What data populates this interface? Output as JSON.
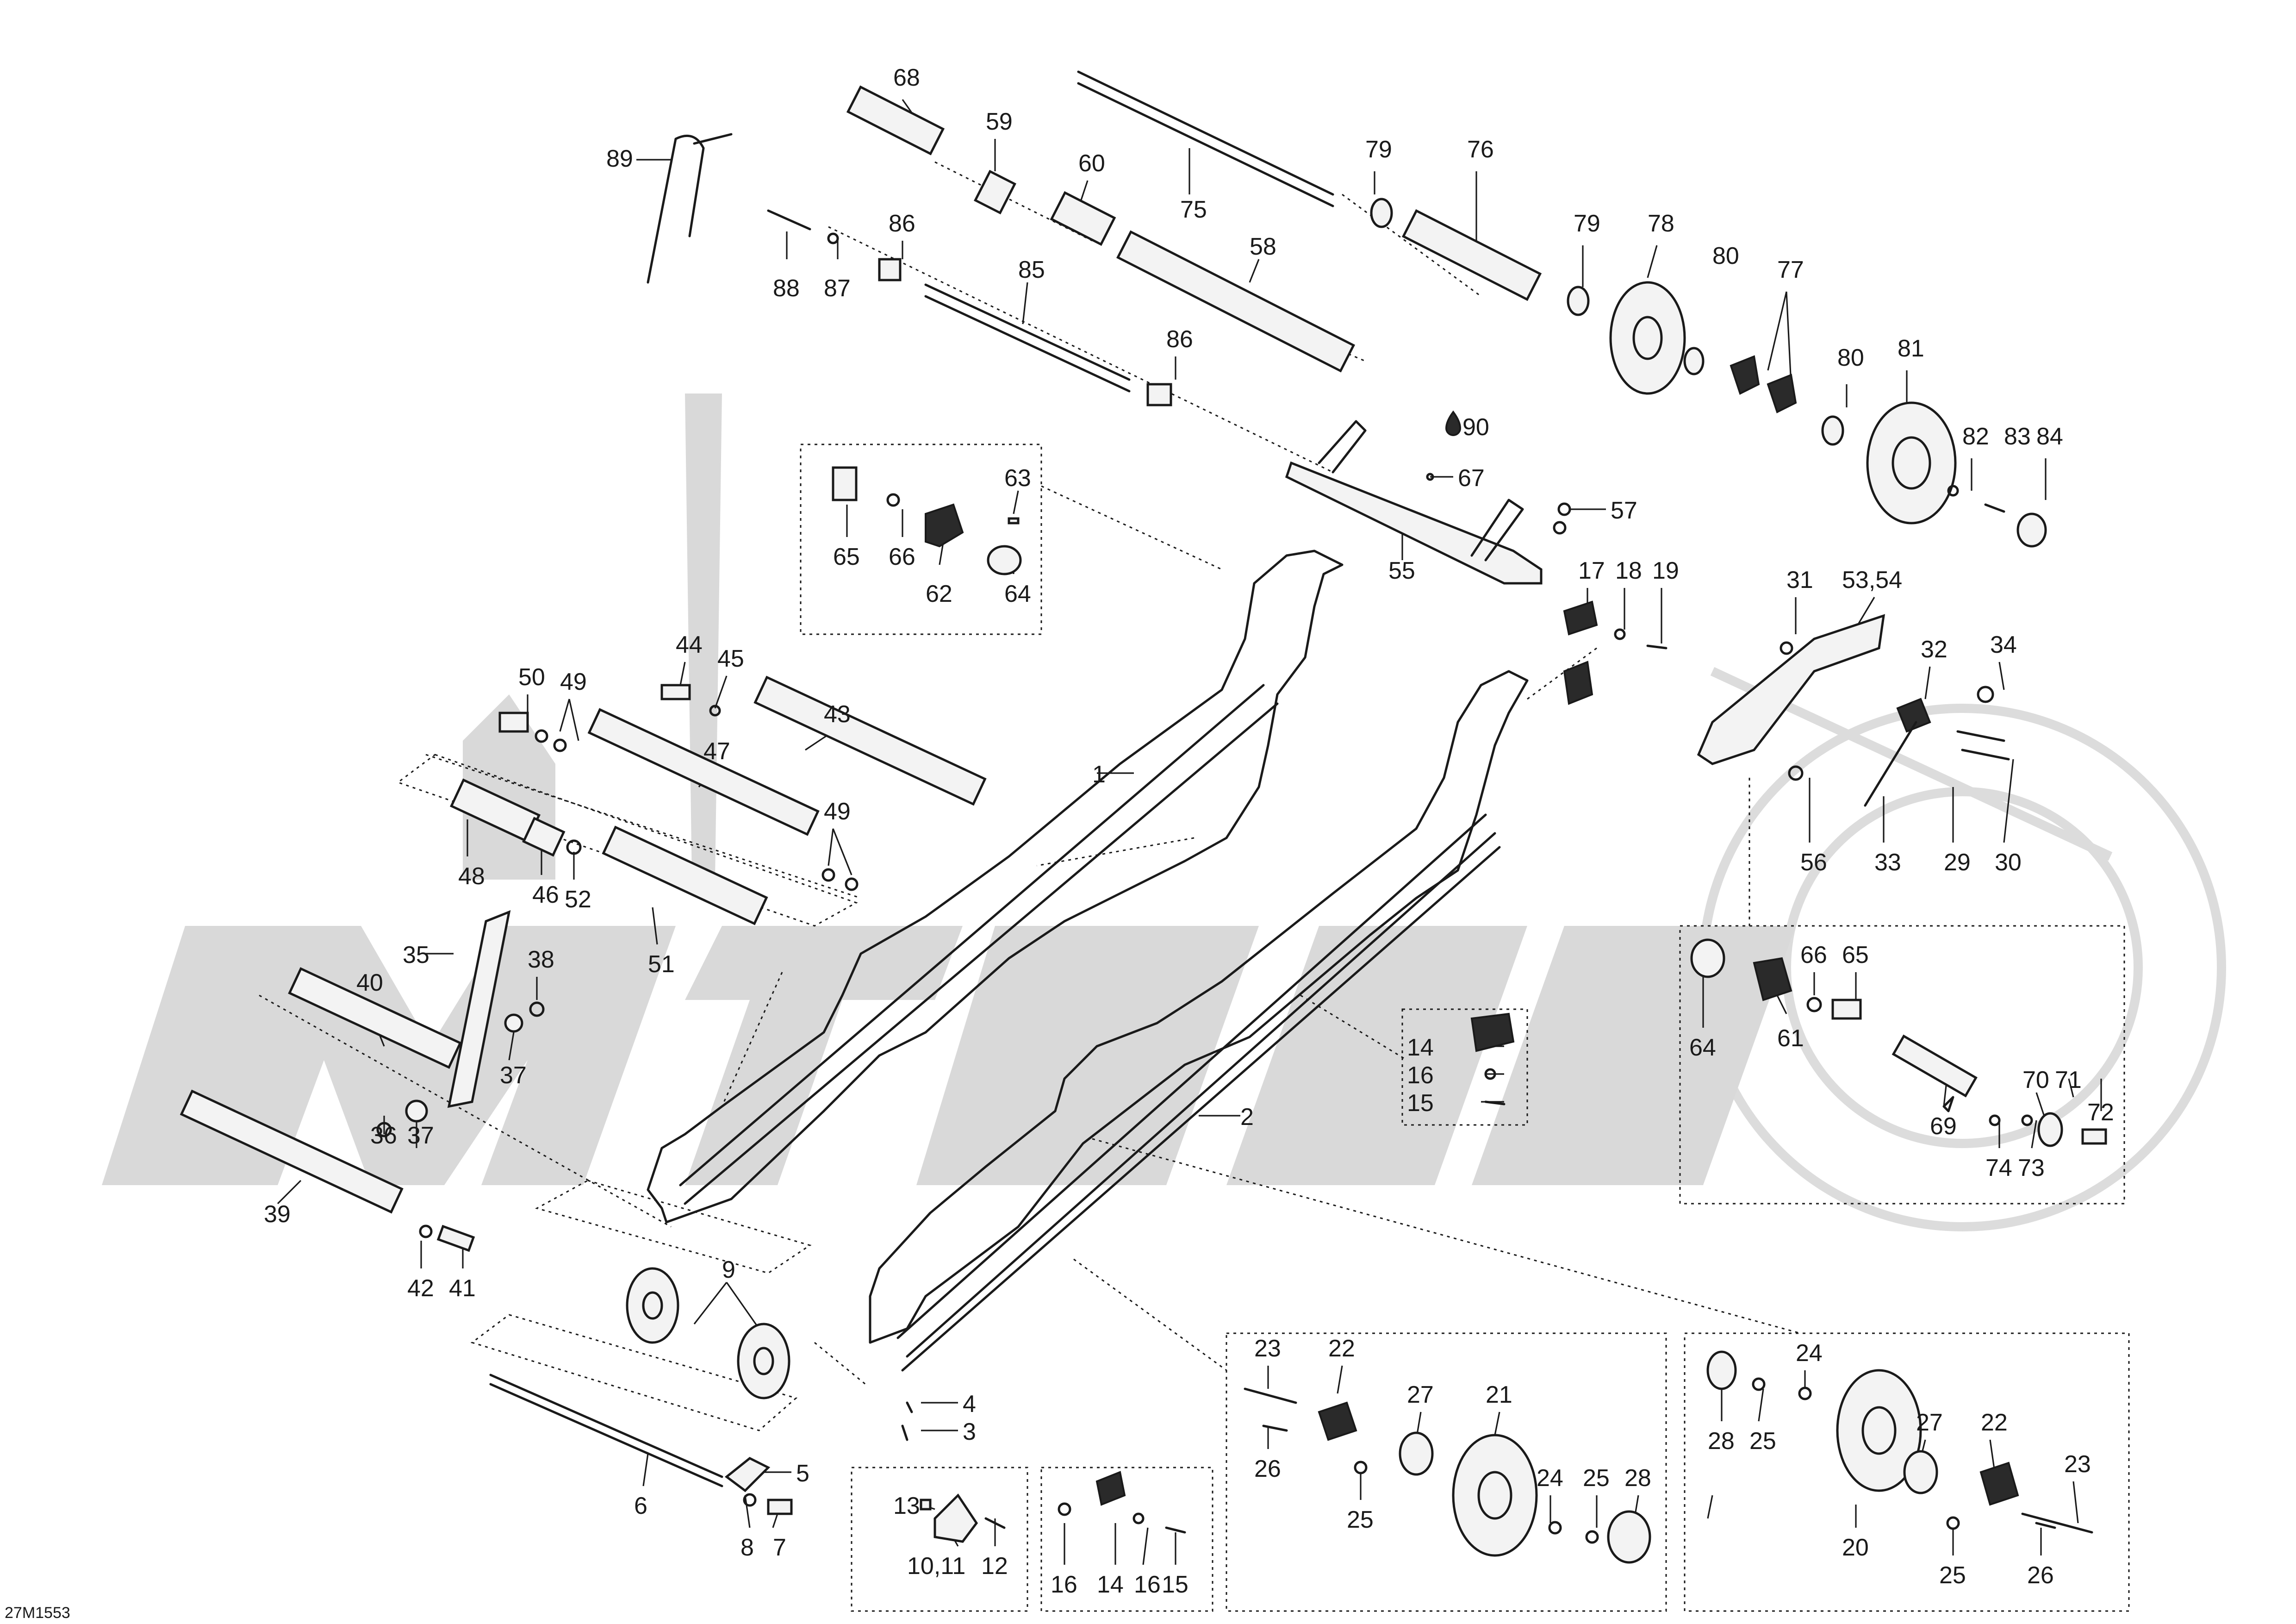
{
  "ref_code": "27M1553",
  "watermark": "MOTOmio",
  "callouts": [
    {
      "id": "c68",
      "text": "68"
    },
    {
      "id": "c59",
      "text": "59"
    },
    {
      "id": "c60",
      "text": "60"
    },
    {
      "id": "c75",
      "text": "75"
    },
    {
      "id": "c79a",
      "text": "79"
    },
    {
      "id": "c76",
      "text": "76"
    },
    {
      "id": "c79b",
      "text": "79"
    },
    {
      "id": "c78",
      "text": "78"
    },
    {
      "id": "c80a",
      "text": "80"
    },
    {
      "id": "c77",
      "text": "77"
    },
    {
      "id": "c80b",
      "text": "80"
    },
    {
      "id": "c81",
      "text": "81"
    },
    {
      "id": "c82",
      "text": "82"
    },
    {
      "id": "c83",
      "text": "83"
    },
    {
      "id": "c84",
      "text": "84"
    },
    {
      "id": "c89",
      "text": "89"
    },
    {
      "id": "c86a",
      "text": "86"
    },
    {
      "id": "c88",
      "text": "88"
    },
    {
      "id": "c87",
      "text": "87"
    },
    {
      "id": "c85",
      "text": "85"
    },
    {
      "id": "c58",
      "text": "58"
    },
    {
      "id": "c86b",
      "text": "86"
    },
    {
      "id": "c90",
      "text": "90"
    },
    {
      "id": "c67",
      "text": "67"
    },
    {
      "id": "c57",
      "text": "57"
    },
    {
      "id": "c55",
      "text": "55"
    },
    {
      "id": "c63",
      "text": "63"
    },
    {
      "id": "c65a",
      "text": "65"
    },
    {
      "id": "c66a",
      "text": "66"
    },
    {
      "id": "c62",
      "text": "62"
    },
    {
      "id": "c64a",
      "text": "64"
    },
    {
      "id": "c17",
      "text": "17"
    },
    {
      "id": "c18",
      "text": "18"
    },
    {
      "id": "c19",
      "text": "19"
    },
    {
      "id": "c31",
      "text": "31"
    },
    {
      "id": "c5354",
      "text": "53,54"
    },
    {
      "id": "c32",
      "text": "32"
    },
    {
      "id": "c34",
      "text": "34"
    },
    {
      "id": "c56",
      "text": "56"
    },
    {
      "id": "c33",
      "text": "33"
    },
    {
      "id": "c29",
      "text": "29"
    },
    {
      "id": "c30",
      "text": "30"
    },
    {
      "id": "c44",
      "text": "44"
    },
    {
      "id": "c45",
      "text": "45"
    },
    {
      "id": "c50",
      "text": "50"
    },
    {
      "id": "c49a",
      "text": "49"
    },
    {
      "id": "c43",
      "text": "43"
    },
    {
      "id": "c47",
      "text": "47"
    },
    {
      "id": "c1",
      "text": "1"
    },
    {
      "id": "c49b",
      "text": "49"
    },
    {
      "id": "c48",
      "text": "48"
    },
    {
      "id": "c46",
      "text": "46"
    },
    {
      "id": "c52",
      "text": "52"
    },
    {
      "id": "c51",
      "text": "51"
    },
    {
      "id": "c35",
      "text": "35"
    },
    {
      "id": "c38",
      "text": "38"
    },
    {
      "id": "c40",
      "text": "40"
    },
    {
      "id": "c37a",
      "text": "37"
    },
    {
      "id": "c36",
      "text": "36"
    },
    {
      "id": "c37b",
      "text": "37"
    },
    {
      "id": "c39",
      "text": "39"
    },
    {
      "id": "c42",
      "text": "42"
    },
    {
      "id": "c41",
      "text": "41"
    },
    {
      "id": "c2",
      "text": "2"
    },
    {
      "id": "c14a",
      "text": "14"
    },
    {
      "id": "c16a",
      "text": "16"
    },
    {
      "id": "c15a",
      "text": "15"
    },
    {
      "id": "c64b",
      "text": "64"
    },
    {
      "id": "c61",
      "text": "61"
    },
    {
      "id": "c66b",
      "text": "66"
    },
    {
      "id": "c65b",
      "text": "65"
    },
    {
      "id": "c69",
      "text": "69"
    },
    {
      "id": "c70",
      "text": "70"
    },
    {
      "id": "c71",
      "text": "71"
    },
    {
      "id": "c72",
      "text": "72"
    },
    {
      "id": "c74",
      "text": "74"
    },
    {
      "id": "c73",
      "text": "73"
    },
    {
      "id": "c9",
      "text": "9"
    },
    {
      "id": "c4",
      "text": "4"
    },
    {
      "id": "c3",
      "text": "3"
    },
    {
      "id": "c5",
      "text": "5"
    },
    {
      "id": "c6",
      "text": "6"
    },
    {
      "id": "c8",
      "text": "8"
    },
    {
      "id": "c7",
      "text": "7"
    },
    {
      "id": "c13",
      "text": "13"
    },
    {
      "id": "c1011",
      "text": "10,11"
    },
    {
      "id": "c12",
      "text": "12"
    },
    {
      "id": "c16b",
      "text": "16"
    },
    {
      "id": "c14b",
      "text": "14"
    },
    {
      "id": "c16c",
      "text": "16"
    },
    {
      "id": "c15b",
      "text": "15"
    },
    {
      "id": "c23a",
      "text": "23"
    },
    {
      "id": "c22a",
      "text": "22"
    },
    {
      "id": "c26a",
      "text": "26"
    },
    {
      "id": "c27a",
      "text": "27"
    },
    {
      "id": "c21",
      "text": "21"
    },
    {
      "id": "c25a",
      "text": "25"
    },
    {
      "id": "c24a",
      "text": "24"
    },
    {
      "id": "c25b",
      "text": "25"
    },
    {
      "id": "c28a",
      "text": "28"
    },
    {
      "id": "c28b",
      "text": "28"
    },
    {
      "id": "c24b",
      "text": "24"
    },
    {
      "id": "c25c",
      "text": "25"
    },
    {
      "id": "c27b",
      "text": "27"
    },
    {
      "id": "c22b",
      "text": "22"
    },
    {
      "id": "c23b",
      "text": "23"
    },
    {
      "id": "c20",
      "text": "20"
    },
    {
      "id": "c25d",
      "text": "25"
    },
    {
      "id": "c26b",
      "text": "26"
    }
  ]
}
